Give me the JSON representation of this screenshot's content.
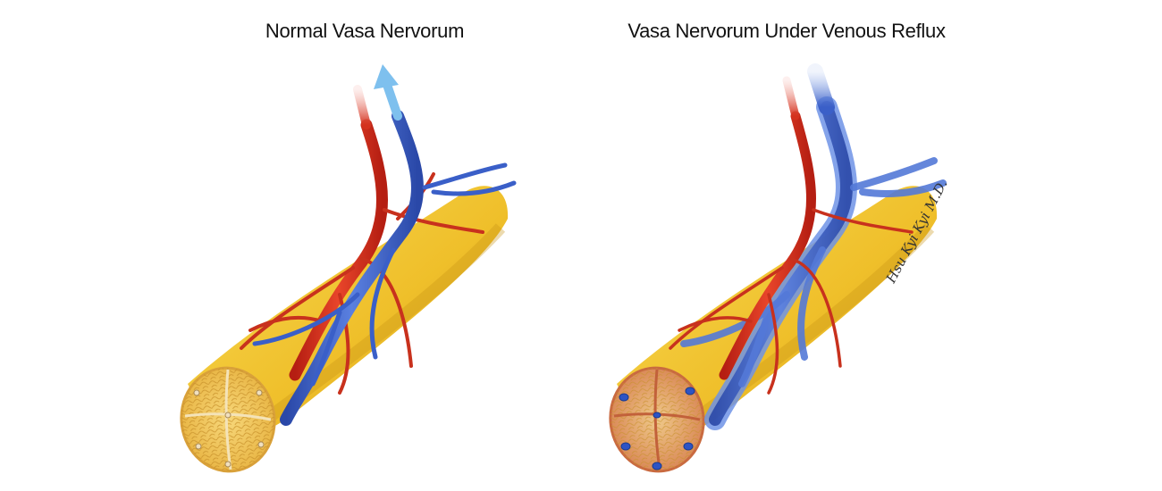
{
  "panels": {
    "left": {
      "title": "Normal Vasa Nervorum"
    },
    "right": {
      "title": "Vasa Nervorum Under Venous Reflux"
    }
  },
  "signature": {
    "text": "Hsu Kyi Kyi M.D."
  },
  "colors": {
    "nerve_fill": "#f2c531",
    "nerve_shadow": "#c9971a",
    "artery": "#d4321e",
    "vein": "#3a5fc8",
    "vein_light": "#7fa1e8",
    "flow_arrow": "#7ec0ee",
    "background": "#ffffff"
  }
}
